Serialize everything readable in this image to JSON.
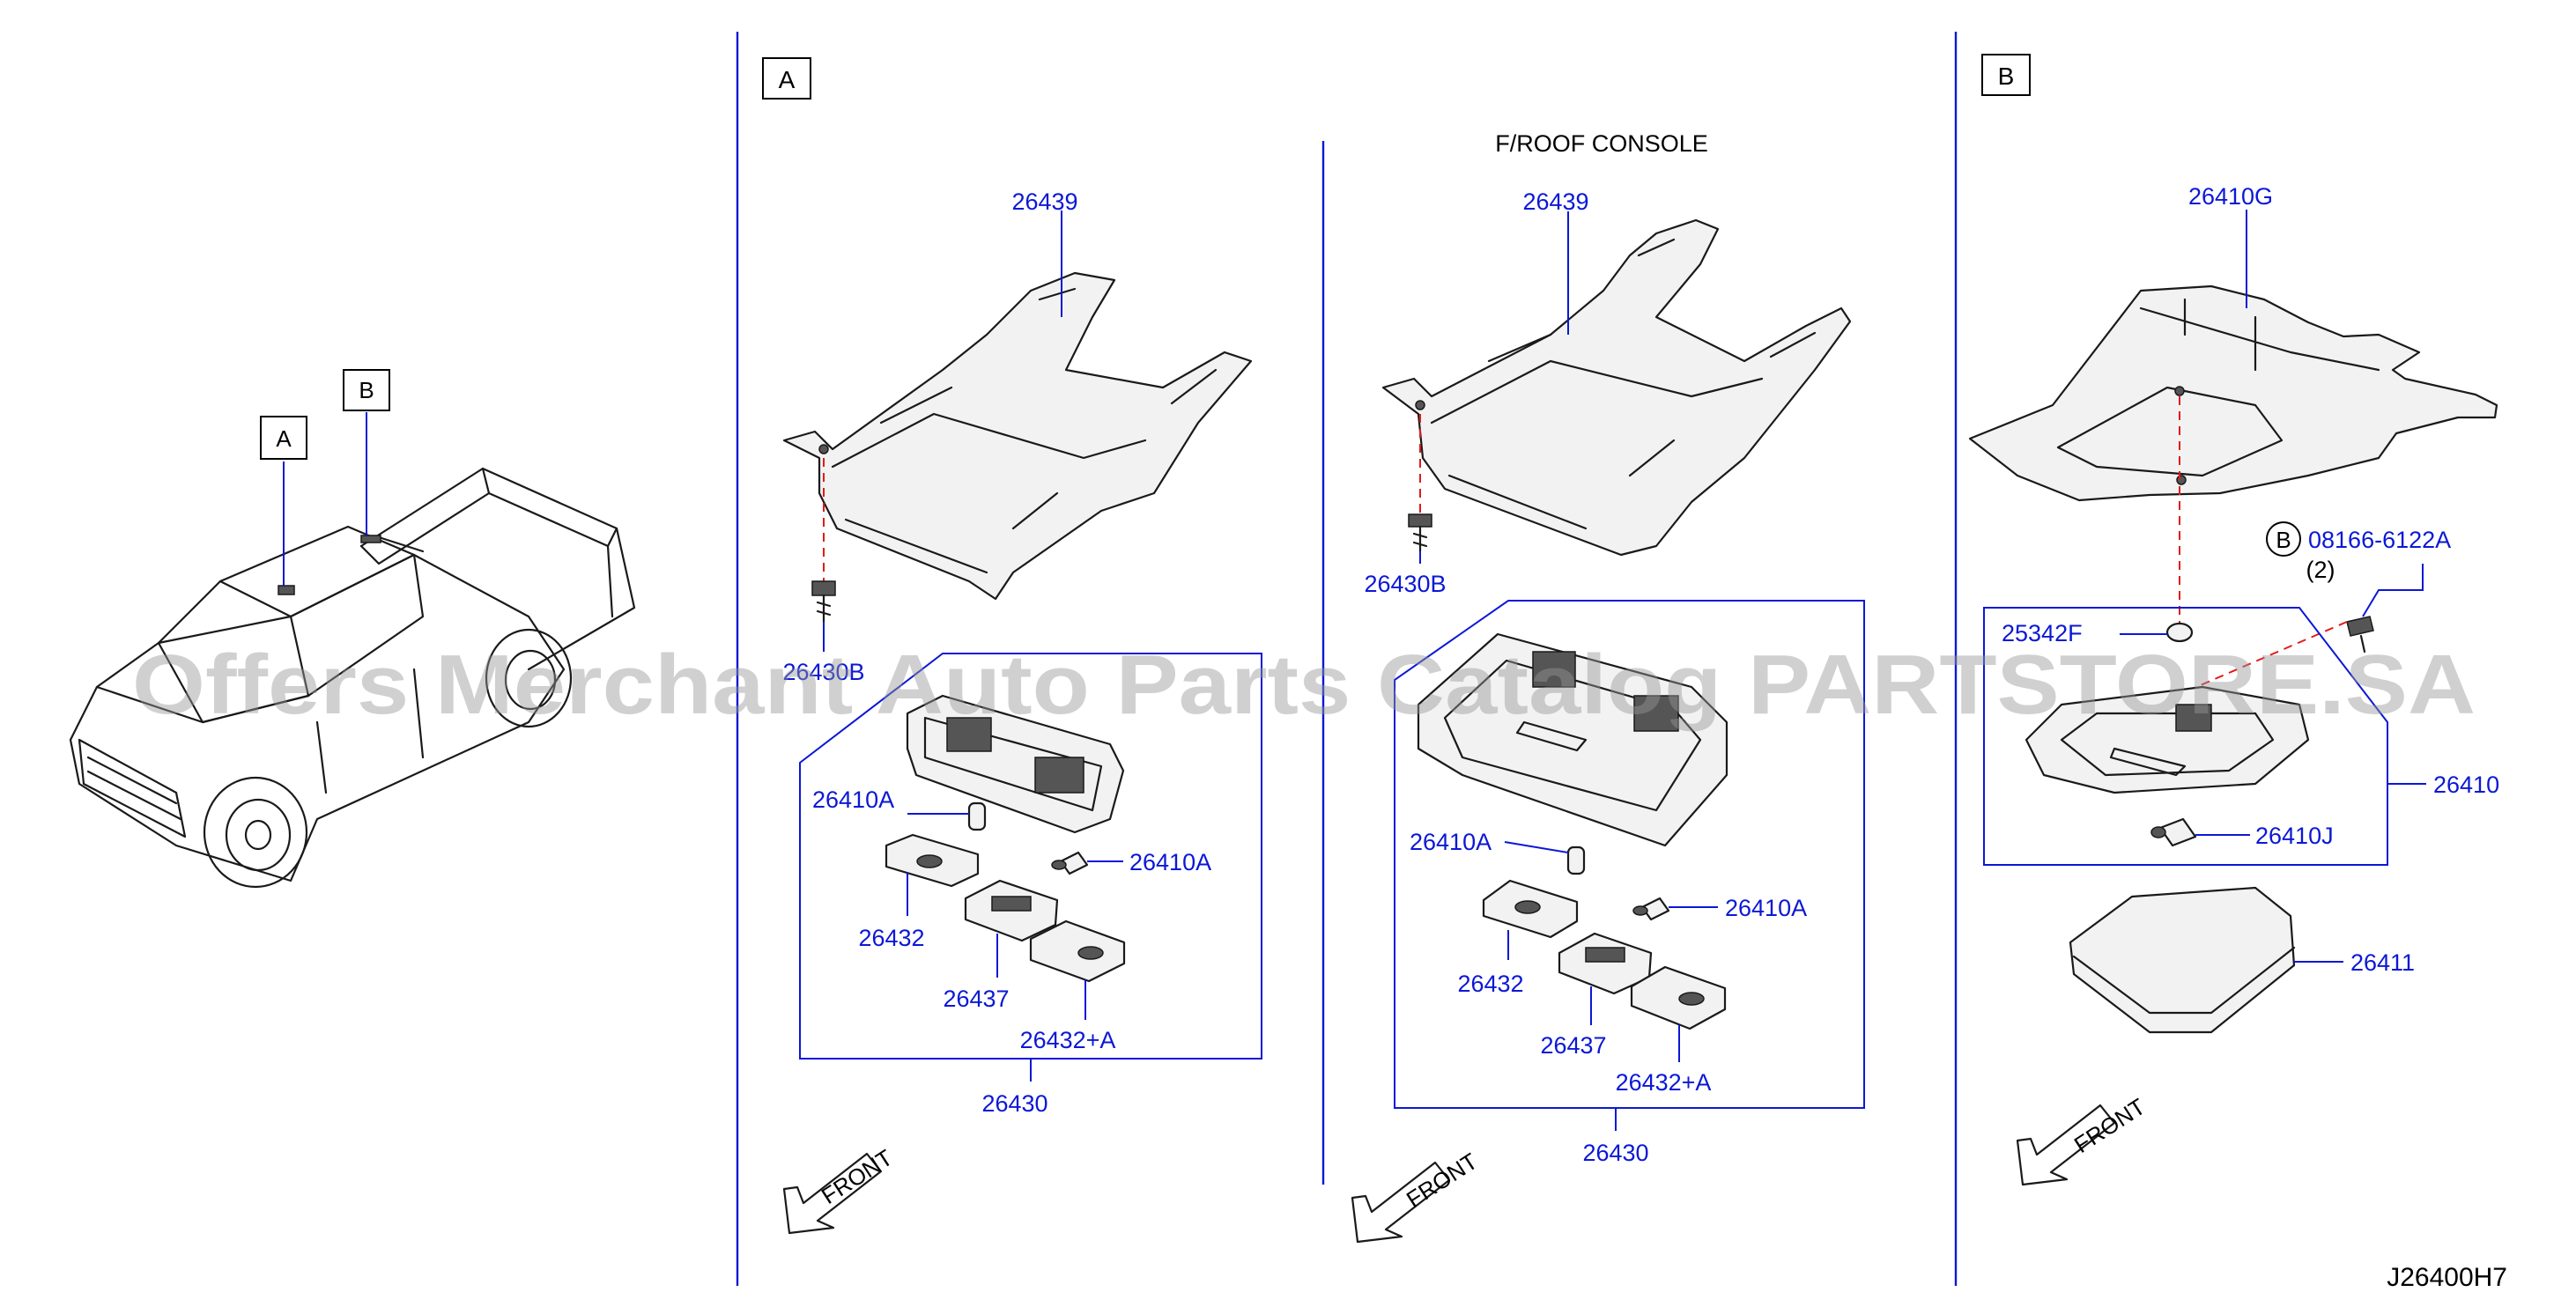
{
  "sections": {
    "a": "A",
    "b": "B"
  },
  "truck_callouts": {
    "a": "A",
    "b": "B"
  },
  "middle_title": "F/ROOF   CONSOLE",
  "panel_a": {
    "p26439": "26439",
    "p26430b": "26430B",
    "p26410a_left": "26410A",
    "p26410a_right": "26410A",
    "p26432": "26432",
    "p26437": "26437",
    "p26432a": "26432+A",
    "p26430": "26430",
    "front": "FRONT"
  },
  "panel_mid": {
    "p26439": "26439",
    "p26430b": "26430B",
    "p26410a_left": "26410A",
    "p26410a_right": "26410A",
    "p26432": "26432",
    "p26437": "26437",
    "p26432a": "26432+A",
    "p26430": "26430",
    "front": "FRONT"
  },
  "panel_b": {
    "p26410g": "26410G",
    "bolt_ref": "B",
    "bolt_part": "08166-6122A",
    "bolt_qty": "(2)",
    "p25342f": "25342F",
    "p26410": "26410",
    "p26410j": "26410J",
    "p26411": "26411",
    "front": "FRONT"
  },
  "diagram_code": "J26400H7",
  "watermark": "Offers Merchant Auto Parts Catalog PARTSTORE.SA"
}
